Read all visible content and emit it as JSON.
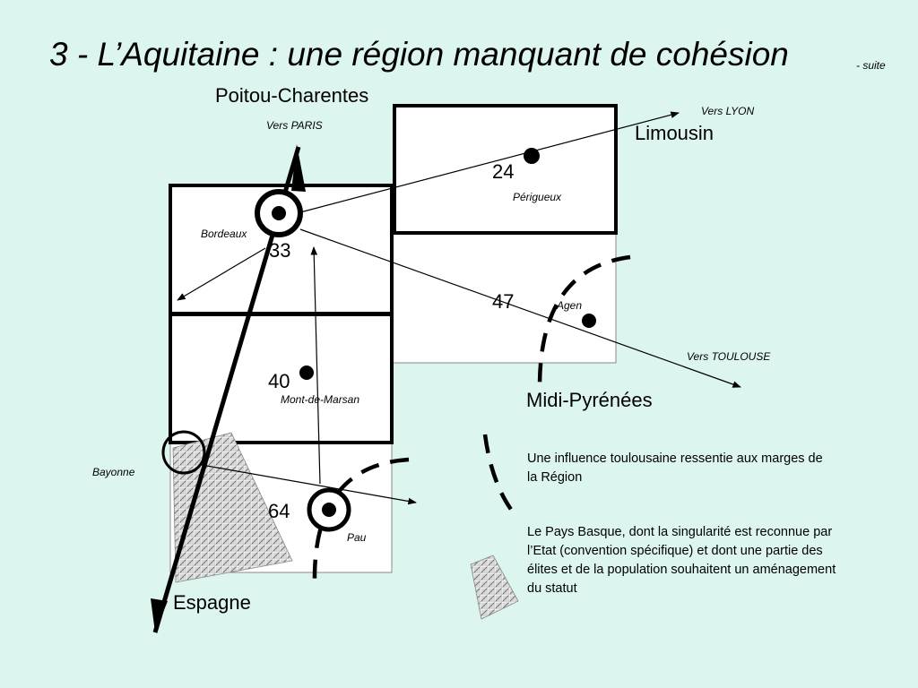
{
  "slide": {
    "title": "3 - L’Aquitaine : une région manquant de cohésion",
    "title_suffix": "- suite"
  },
  "map": {
    "regions": {
      "north": "Poitou-Charentes",
      "east": "Limousin",
      "southeast": "Midi-Pyrénées",
      "south": "Espagne"
    },
    "departments": [
      {
        "number": "24",
        "prefecture": "Périgueux"
      },
      {
        "number": "33",
        "prefecture": "Bordeaux"
      },
      {
        "number": "47",
        "prefecture": "Agen"
      },
      {
        "number": "40",
        "prefecture": "Mont-de-Marsan"
      },
      {
        "number": "64",
        "prefecture": "Pau"
      }
    ],
    "other_city": "Bayonne",
    "directions": {
      "paris": "Vers PARIS",
      "lyon": "Vers LYON",
      "toulouse": "Vers TOULOUSE"
    }
  },
  "legend": [
    {
      "symbol": "dashed-arc",
      "text": "Une influence toulousaine ressentie aux marges de la Région"
    },
    {
      "symbol": "hatched-area",
      "text": "Le Pays Basque, dont la singularité est reconnue par l’Etat (convention spécifique) et dont une partie des élites et de la population souhaitent un aménagement du statut"
    }
  ],
  "colors": {
    "background": "#dcf5ee",
    "department_fill": "#ffffff",
    "hatch": "#9a9a9a",
    "ink": "#000000"
  }
}
